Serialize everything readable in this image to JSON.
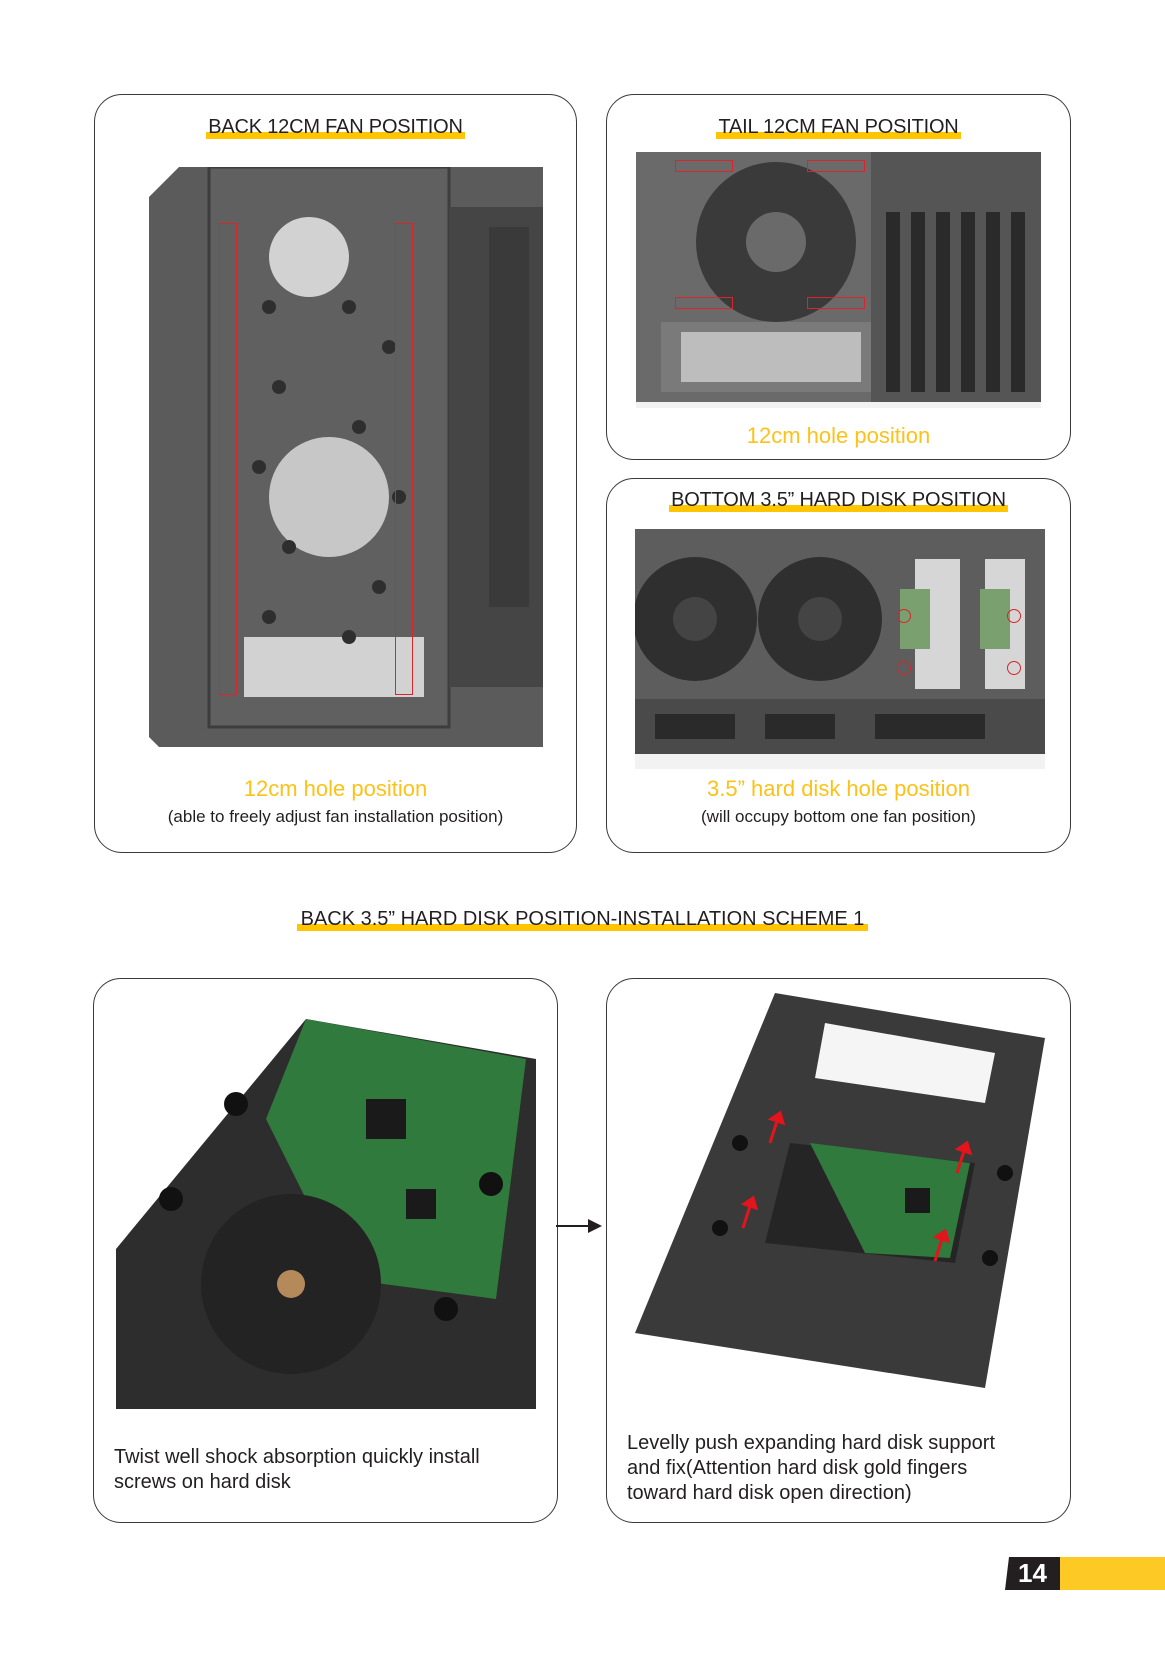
{
  "panels": {
    "back_fan": {
      "title": "BACK 12CM  FAN POSITION",
      "caption": "12cm hole position",
      "subcaption": "(able to freely adjust fan installation position)",
      "image": "case-back-panel-photo"
    },
    "tail_fan": {
      "title": "TAIL 12CM FAN POSITION",
      "caption": "12cm hole position",
      "image": "case-rear-io-photo"
    },
    "bottom_hdd": {
      "title": "BOTTOM 3.5” HARD DISK POSITION",
      "caption": "3.5” hard disk hole position",
      "subcaption": "(will occupy bottom one fan position)",
      "image": "case-bottom-fans-photo"
    }
  },
  "section": {
    "title": "BACK 3.5” HARD DISK POSITION-INSTALLATION SCHEME 1"
  },
  "steps": [
    {
      "text_line1": "Twist well shock absorption quickly install",
      "text_line2": "screws on hard disk",
      "image": "hard-disk-with-screws-photo"
    },
    {
      "text_line1": "Levelly push expanding hard disk support",
      "text_line2": "and fix(Attention hard disk gold fingers",
      "text_line3": "toward hard disk open direction)",
      "image": "hard-disk-in-bracket-photo"
    }
  ],
  "step_arrow": "arrow-right-icon",
  "page": {
    "number": "14"
  },
  "colors": {
    "accent_yellow": "#ffc600",
    "caption_yellow": "#fbc21a",
    "highlight_red": "#d9252b",
    "text_dark": "#231f20"
  }
}
